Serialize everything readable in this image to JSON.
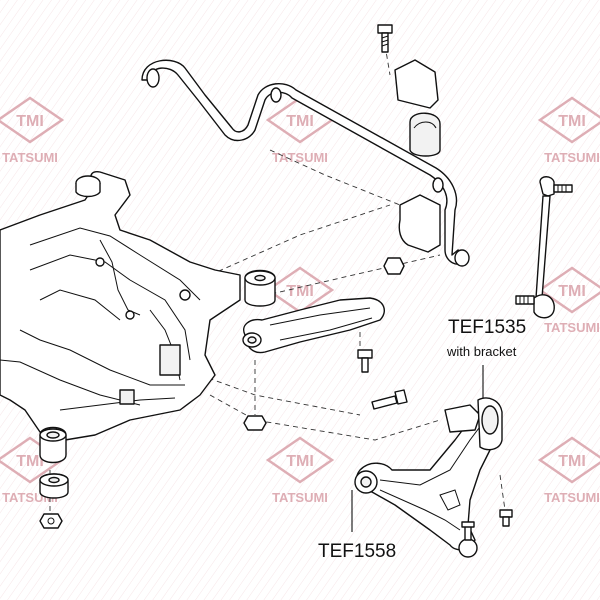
{
  "watermark": {
    "brand": "TMI",
    "name": "TATSUMI",
    "color": "#d9a0a8"
  },
  "labels": {
    "part_1": {
      "code": "TEF1535",
      "note": "with bracket"
    },
    "part_2": {
      "code": "TEF1558"
    }
  }
}
